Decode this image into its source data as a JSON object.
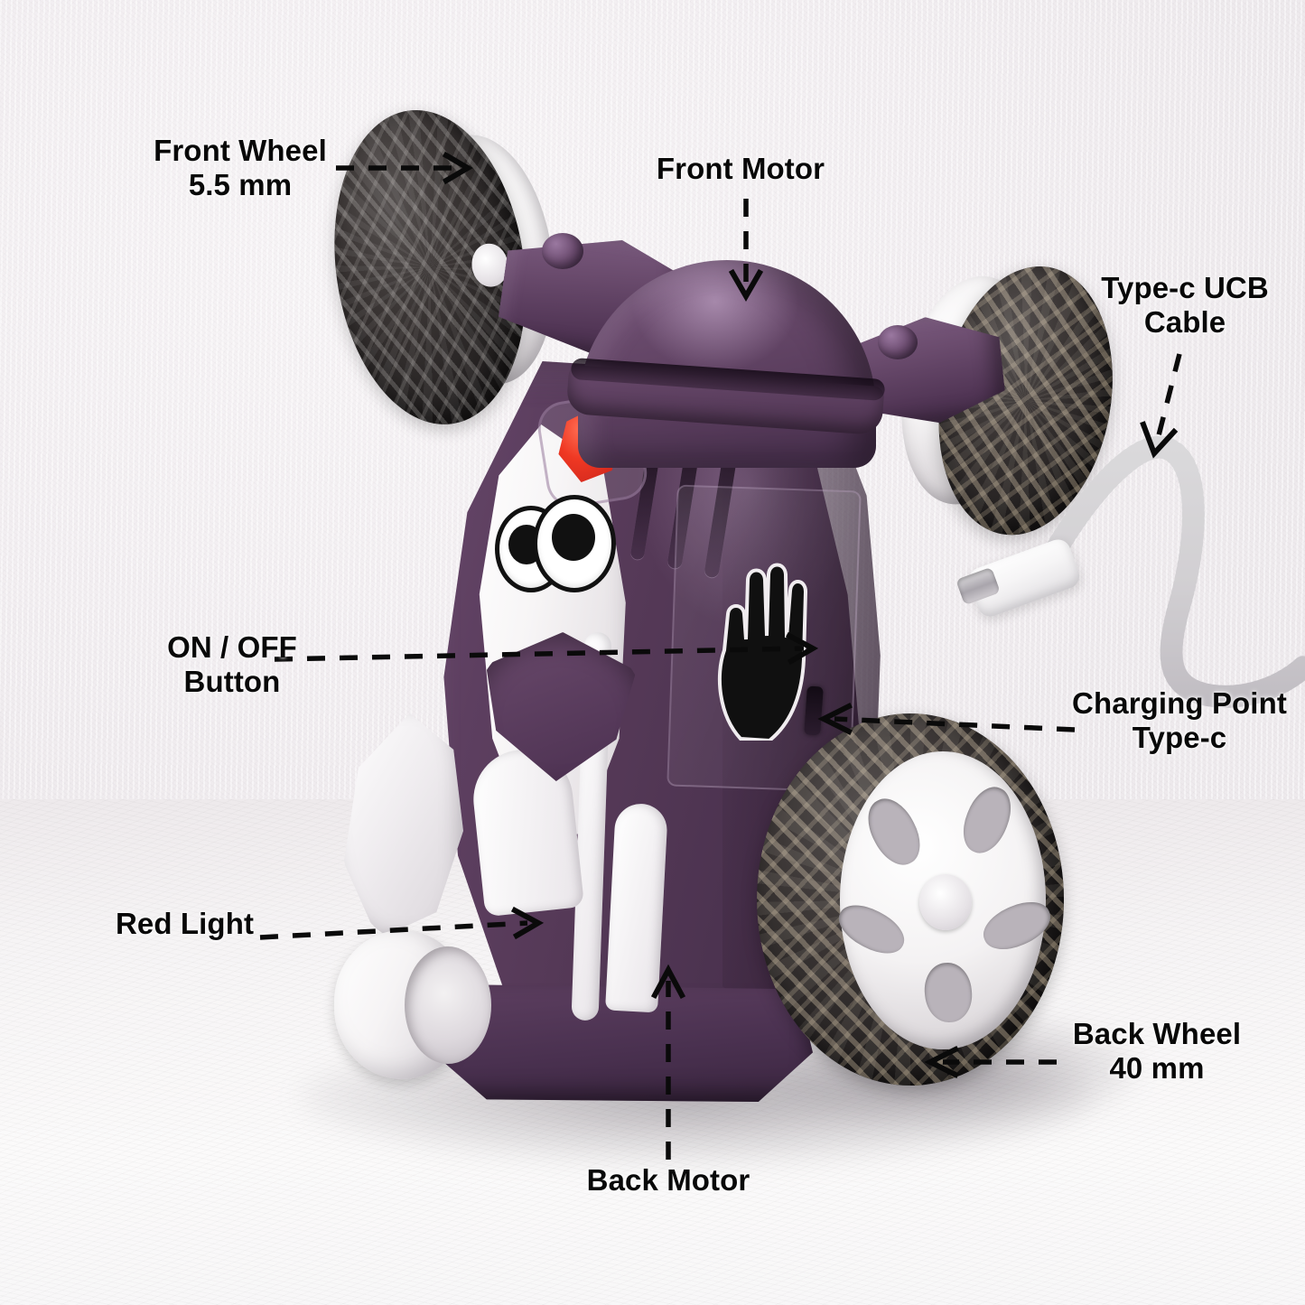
{
  "image": {
    "subject": "Purple RC stunt car toy with labelled parts",
    "background_color": "#f2eef1",
    "label_color": "#080808",
    "body_color": "#553957",
    "accent_red": "#ef3823",
    "wheel_rim_color": "#ffffff",
    "tire_color": "#221f1f",
    "cable_color": "#ffffff"
  },
  "annotations": [
    {
      "id": "front-wheel",
      "label": "Front Wheel\n5.5 mm",
      "arrow": "right"
    },
    {
      "id": "front-motor",
      "label": "Front Motor",
      "arrow": "down"
    },
    {
      "id": "type-c-usb-cable",
      "label": "Type-c UCB\nCable",
      "arrow": "down"
    },
    {
      "id": "on-off-button",
      "label": "ON / OFF\nButton",
      "arrow": "right"
    },
    {
      "id": "charging-point",
      "label": "Charging Point\nType-c",
      "arrow": "left"
    },
    {
      "id": "red-light",
      "label": "Red Light",
      "arrow": "right"
    },
    {
      "id": "back-wheel",
      "label": "Back Wheel\n40 mm",
      "arrow": "left"
    },
    {
      "id": "back-motor",
      "label": "Back Motor",
      "arrow": "up"
    }
  ]
}
